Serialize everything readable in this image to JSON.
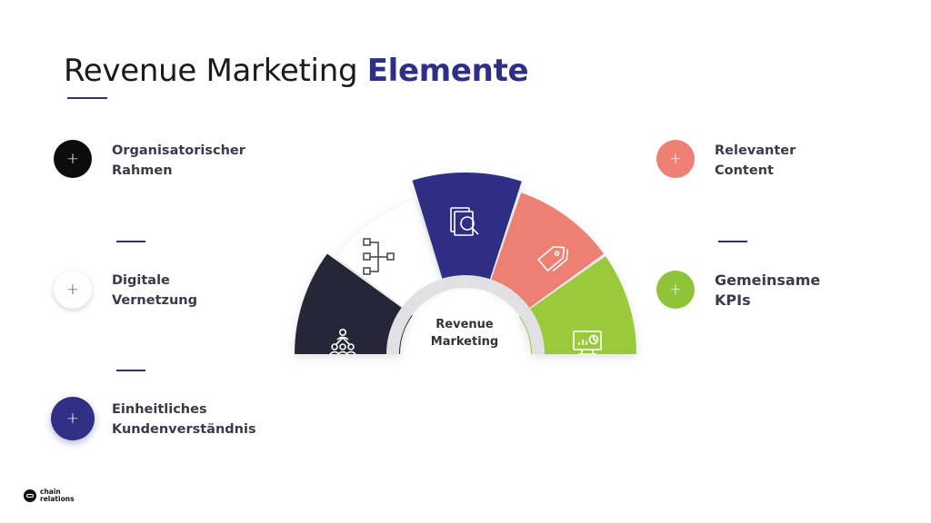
{
  "title": {
    "main": "Revenue Marketing",
    "accent": "Elemente"
  },
  "left_items": [
    {
      "label_line1": "Organisatorischer",
      "label_line2": "Rahmen",
      "symbol": "+",
      "color": "#0c0c0c",
      "text_color": "#ffffff"
    },
    {
      "label_line1": "Digitale",
      "label_line2": "Vernetzung",
      "symbol": "+",
      "color": "#ffffff",
      "text_color": "#555555"
    },
    {
      "label_line1": "Einheitliches",
      "label_line2": "Kundenverständnis",
      "symbol": "+",
      "color": "#2e2f85",
      "text_color": "#ffffff"
    }
  ],
  "right_items": [
    {
      "label_line1": "Relevanter",
      "label_line2": "Content",
      "symbol": "+",
      "color": "#ee7f73",
      "text_color": "#ffffff"
    },
    {
      "label_line1": "Gemeinsame",
      "label_line2": "KPIs",
      "symbol": "+",
      "color": "#8fc43a",
      "text_color": "#ffffff"
    }
  ],
  "center": {
    "line1": "Revenue",
    "line2": "Marketing"
  },
  "segments": [
    {
      "name": "kundenverstaendnis",
      "color": "#262838",
      "icon": "people-network-icon"
    },
    {
      "name": "digitale-vernetzung",
      "color": "#ffffff",
      "icon": "hierarchy-icon"
    },
    {
      "name": "organisatorischer-rahmen",
      "color": "#2e2f85",
      "icon": "document-search-icon"
    },
    {
      "name": "relevanter-content",
      "color": "#ee7f73",
      "icon": "tag-icon"
    },
    {
      "name": "gemeinsame-kpis",
      "color": "#9ac93b",
      "icon": "monitor-chart-icon"
    }
  ],
  "logo": {
    "line1": "chain",
    "line2": "relations"
  }
}
